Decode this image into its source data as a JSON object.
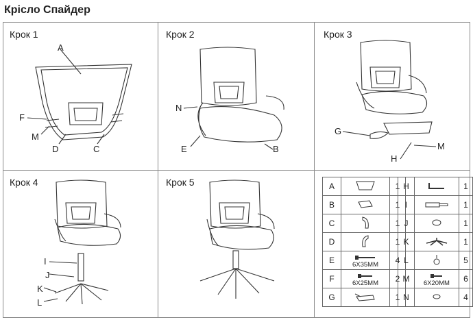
{
  "title": "Крісло Спайдер",
  "steps": [
    "Крок 1",
    "Крок 2",
    "Крок 3",
    "Крок 4",
    "Крок 5"
  ],
  "callouts": {
    "s1": [
      "A",
      "F",
      "M",
      "D",
      "C"
    ],
    "s2": [
      "N",
      "E",
      "B"
    ],
    "s3": [
      "G",
      "M",
      "H"
    ],
    "s4": [
      "I",
      "J",
      "K",
      "L"
    ]
  },
  "parts_left": [
    {
      "letter": "A",
      "size": "",
      "qty": "1",
      "icon": "backrest-icon"
    },
    {
      "letter": "B",
      "size": "",
      "qty": "1",
      "icon": "seat-icon"
    },
    {
      "letter": "C",
      "size": "",
      "qty": "1",
      "icon": "right-armrest-icon"
    },
    {
      "letter": "D",
      "size": "",
      "qty": "1",
      "icon": "left-armrest-icon"
    },
    {
      "letter": "E",
      "size": "6X35MM",
      "qty": "4",
      "icon": "long-bolt-icon"
    },
    {
      "letter": "F",
      "size": "6X25MM",
      "qty": "2",
      "icon": "short-bolt-icon"
    },
    {
      "letter": "G",
      "size": "",
      "qty": "1",
      "icon": "mechanism-icon"
    }
  ],
  "parts_right": [
    {
      "letter": "H",
      "size": "",
      "qty": "1",
      "icon": "hex-key-icon"
    },
    {
      "letter": "I",
      "size": "",
      "qty": "1",
      "icon": "gas-lift-icon"
    },
    {
      "letter": "J",
      "size": "",
      "qty": "1",
      "icon": "dust-cover-icon"
    },
    {
      "letter": "K",
      "size": "",
      "qty": "1",
      "icon": "star-base-icon"
    },
    {
      "letter": "L",
      "size": "",
      "qty": "5",
      "icon": "caster-icon"
    },
    {
      "letter": "M",
      "size": "6X20MM",
      "qty": "6",
      "icon": "screw-icon"
    },
    {
      "letter": "N",
      "size": "",
      "qty": "4",
      "icon": "washer-icon"
    }
  ]
}
